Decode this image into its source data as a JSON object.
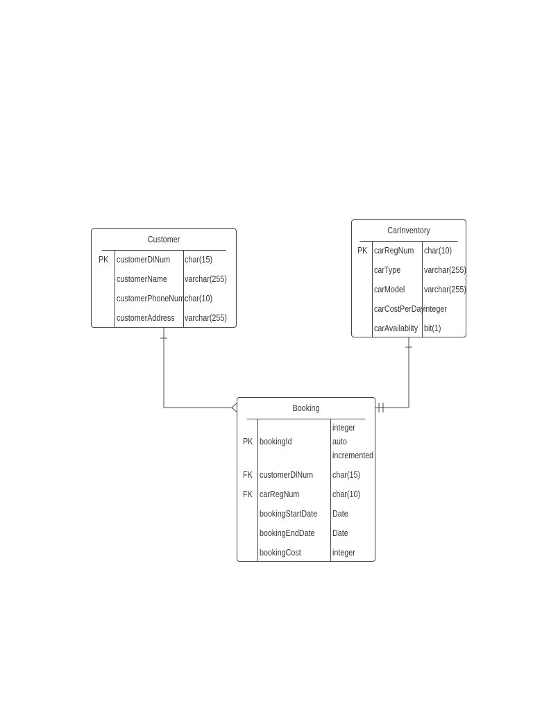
{
  "entities": {
    "customer": {
      "title": "Customer",
      "rows": [
        {
          "key": "PK",
          "name": "customerDlNum",
          "type": "char(15)"
        },
        {
          "key": "",
          "name": "customerName",
          "type": "varchar(255)"
        },
        {
          "key": "",
          "name": "customerPhoneNum",
          "type": "char(10)"
        },
        {
          "key": "",
          "name": "customerAddress",
          "type": "varchar(255)"
        }
      ]
    },
    "carinventory": {
      "title": "CarInventory",
      "rows": [
        {
          "key": "PK",
          "name": "carRegNum",
          "type": "char(10)"
        },
        {
          "key": "",
          "name": "carType",
          "type": "varchar(255)"
        },
        {
          "key": "",
          "name": "carModel",
          "type": "varchar(255)"
        },
        {
          "key": "",
          "name": "carCostPerDay",
          "type": "integer"
        },
        {
          "key": "",
          "name": "carAvailablity",
          "type": "bit(1)"
        }
      ]
    },
    "booking": {
      "title": "Booking",
      "rows": [
        {
          "key": "PK",
          "name": "bookingId",
          "type_lines": [
            "integer",
            "auto",
            "incremented"
          ]
        },
        {
          "key": "FK",
          "name": "customerDlNum",
          "type": "char(15)"
        },
        {
          "key": "FK",
          "name": "carRegNum",
          "type": "char(10)"
        },
        {
          "key": "",
          "name": "bookingStartDate",
          "type": "Date"
        },
        {
          "key": "",
          "name": "bookingEndDate",
          "type": "Date"
        },
        {
          "key": "",
          "name": "bookingCost",
          "type": "integer"
        }
      ]
    }
  },
  "relationships": [
    {
      "from": "customer",
      "to": "booking",
      "from_cardinality": "one",
      "to_cardinality": "many"
    },
    {
      "from": "carinventory",
      "to": "booking",
      "from_cardinality": "one",
      "to_cardinality": "one"
    }
  ],
  "colors": {
    "line": "#444444",
    "text": "#333333",
    "background": "#ffffff"
  }
}
